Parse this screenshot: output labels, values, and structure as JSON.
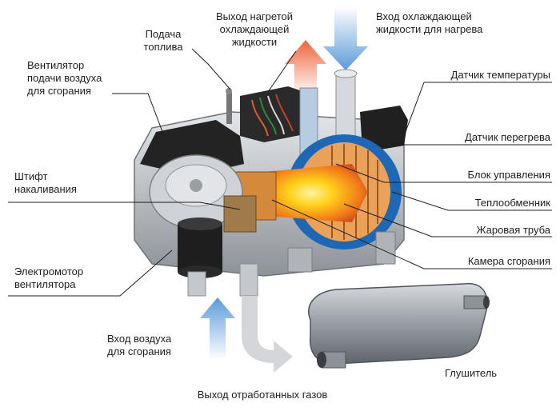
{
  "labels": {
    "fuel_supply": "Подача\nтоплива",
    "hot_coolant_outlet": "Выход нагретой\nохлаждающей\nжидкости",
    "coolant_inlet": "Вход охлаждающей\nжидкости для нагрева",
    "combustion_air_fan": "Вентилятор\nподачи воздуха\nдля сгорания",
    "temperature_sensor": "Датчик температуры",
    "overheat_sensor": "Датчик перегрева",
    "glow_pin": "Штифт\nнакаливания",
    "control_unit": "Блок управления",
    "heat_exchanger": "Теплообменник",
    "flame_tube": "Жаровая труба",
    "combustion_chamber": "Камера сгорания",
    "fan_motor": "Электромотор\nвентилятора",
    "combustion_air_inlet": "Вход воздуха\nдля сгорания",
    "muffler": "Глушитель",
    "exhaust_outlet": "Выход отработанных газов"
  },
  "colors": {
    "arrow_hot": "#f0643a",
    "arrow_cold": "#5b9bd9",
    "arrow_exhaust": "#c8c8c8",
    "housing_light": "#c9ccd0",
    "housing_dark": "#222222",
    "heat_exchanger_blue": "#1e67b5",
    "flame_yellow": "#ffd21a",
    "flame_orange": "#f07a1a",
    "leader_line": "#1e1e1e"
  }
}
